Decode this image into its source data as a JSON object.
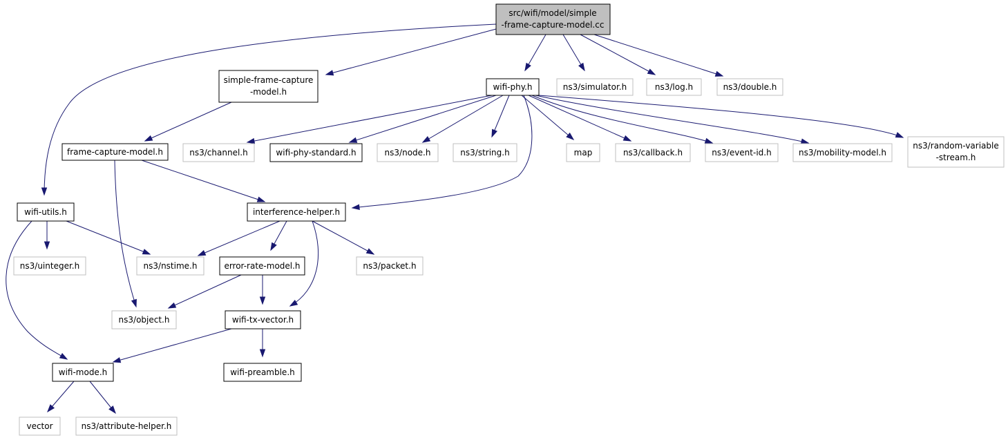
{
  "colors": {
    "edge": "#191970",
    "root_fill": "#bfbfbf",
    "ext_border": "#bfbfbf",
    "node_border": "#000000"
  },
  "nodes": {
    "root": {
      "lines": [
        "src/wifi/model/simple",
        "-frame-capture-model.cc"
      ]
    },
    "simple_fcm_h": {
      "lines": [
        "simple-frame-capture",
        "-model.h"
      ]
    },
    "wifi_phy_h": {
      "lines": [
        "wifi-phy.h"
      ]
    },
    "simulator_h": {
      "lines": [
        "ns3/simulator.h"
      ]
    },
    "log_h": {
      "lines": [
        "ns3/log.h"
      ]
    },
    "double_h": {
      "lines": [
        "ns3/double.h"
      ]
    },
    "fcm_h": {
      "lines": [
        "frame-capture-model.h"
      ]
    },
    "channel_h": {
      "lines": [
        "ns3/channel.h"
      ]
    },
    "phy_standard_h": {
      "lines": [
        "wifi-phy-standard.h"
      ]
    },
    "node_h": {
      "lines": [
        "ns3/node.h"
      ]
    },
    "string_h": {
      "lines": [
        "ns3/string.h"
      ]
    },
    "map": {
      "lines": [
        "map"
      ]
    },
    "callback_h": {
      "lines": [
        "ns3/callback.h"
      ]
    },
    "event_id_h": {
      "lines": [
        "ns3/event-id.h"
      ]
    },
    "mobility_h": {
      "lines": [
        "ns3/mobility-model.h"
      ]
    },
    "rvs_h": {
      "lines": [
        "ns3/random-variable",
        "-stream.h"
      ]
    },
    "wifi_utils_h": {
      "lines": [
        "wifi-utils.h"
      ]
    },
    "ih_h": {
      "lines": [
        "interference-helper.h"
      ]
    },
    "uinteger_h": {
      "lines": [
        "ns3/uinteger.h"
      ]
    },
    "nstime_h": {
      "lines": [
        "ns3/nstime.h"
      ]
    },
    "erm_h": {
      "lines": [
        "error-rate-model.h"
      ]
    },
    "packet_h": {
      "lines": [
        "ns3/packet.h"
      ]
    },
    "object_h": {
      "lines": [
        "ns3/object.h"
      ]
    },
    "txv_h": {
      "lines": [
        "wifi-tx-vector.h"
      ]
    },
    "wifi_mode_h": {
      "lines": [
        "wifi-mode.h"
      ]
    },
    "preamble_h": {
      "lines": [
        "wifi-preamble.h"
      ]
    },
    "vector": {
      "lines": [
        "vector"
      ]
    },
    "attr_h": {
      "lines": [
        "ns3/attribute-helper.h"
      ]
    }
  }
}
